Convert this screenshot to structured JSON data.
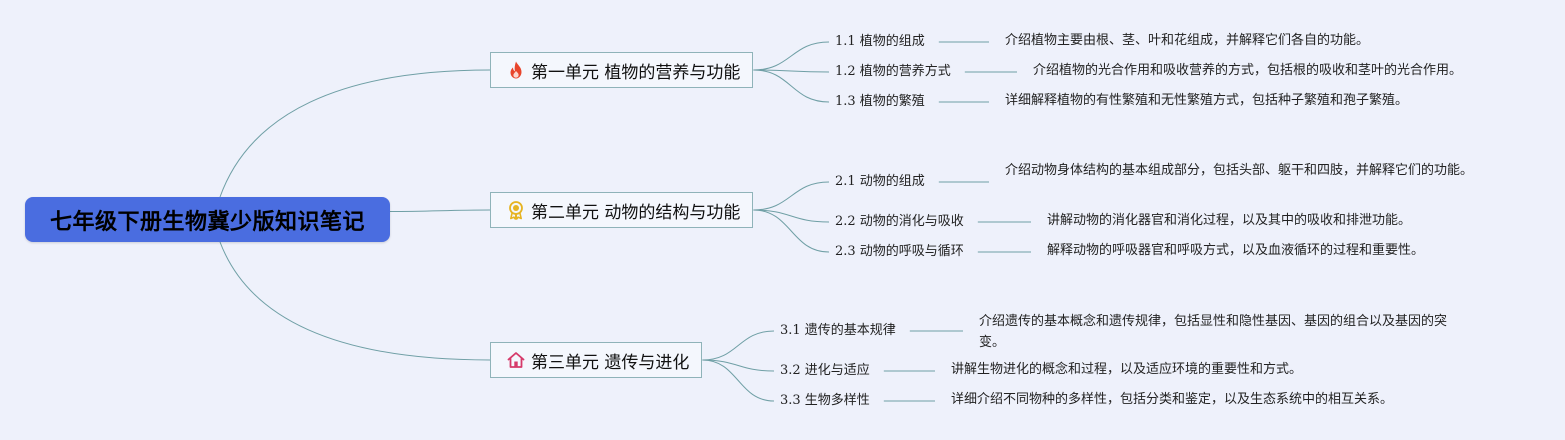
{
  "root": {
    "title": "七年级下册生物冀少版知识笔记"
  },
  "units": [
    {
      "icon": "flame-icon",
      "label": "第一单元 植物的营养与功能",
      "topics": [
        {
          "title": "1.1 植物的组成",
          "description": "介绍植物主要由根、茎、叶和花组成，并解释它们各自的功能。"
        },
        {
          "title": "1.2 植物的营养方式",
          "description": "介绍植物的光合作用和吸收营养的方式，包括根的吸收和茎叶的光合作用。"
        },
        {
          "title": "1.3 植物的繁殖",
          "description": "详细解释植物的有性繁殖和无性繁殖方式，包括种子繁殖和孢子繁殖。"
        }
      ]
    },
    {
      "icon": "award-ribbon-icon",
      "label": "第二单元 动物的结构与功能",
      "topics": [
        {
          "title": "2.1 动物的组成",
          "description": "介绍动物身体结构的基本组成部分，包括头部、躯干和四肢，并解释它们的功能。"
        },
        {
          "title": "2.2 动物的消化与吸收",
          "description": "讲解动物的消化器官和消化过程，以及其中的吸收和排泄功能。"
        },
        {
          "title": "2.3 动物的呼吸与循环",
          "description": "解释动物的呼吸器官和呼吸方式，以及血液循环的过程和重要性。"
        }
      ]
    },
    {
      "icon": "home-icon",
      "label": "第三单元 遗传与进化",
      "topics": [
        {
          "title": "3.1 遗传的基本规律",
          "description": "介绍遗传的基本概念和遗传规律，包括显性和隐性基因、基因的组合以及基因的突变。"
        },
        {
          "title": "3.2 进化与适应",
          "description": "讲解生物进化的概念和过程，以及适应环境的重要性和方式。"
        },
        {
          "title": "3.3 生物多样性",
          "description": "详细介绍不同物种的多样性，包括分类和鉴定，以及生态系统中的相互关系。"
        }
      ]
    }
  ],
  "colors": {
    "background": "#eef1fb",
    "root_fill": "#4a6de0",
    "unit_border": "#8fb3b9",
    "link": "#6f9fa5",
    "flame": "#e8452c",
    "ribbon": "#e6b422",
    "home": "#d63a6a"
  }
}
